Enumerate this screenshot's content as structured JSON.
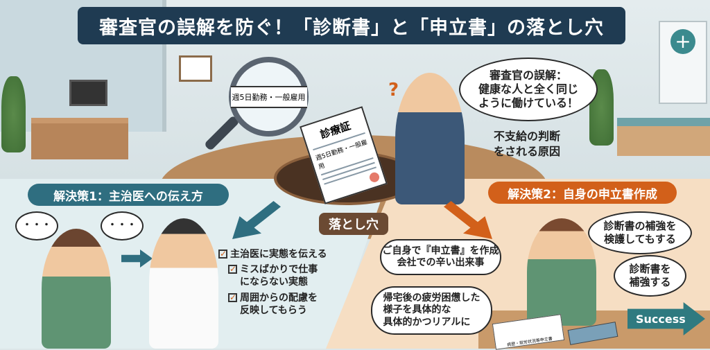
{
  "title": "審査官の誤解を防ぐ！「診断書」と「申立書」の落とし穴",
  "magnifier_text": "週5日勤務・一般雇用",
  "document": {
    "title": "診療証",
    "line": "週5日勤務・一般雇用"
  },
  "examiner_bubble": [
    "審査官の誤解：",
    "健康な人と全く同じ",
    "ように働けている！"
  ],
  "cause_text": [
    "不支給の判断",
    "をされる原因"
  ],
  "pitfall_label": "落とし穴",
  "solution1": {
    "label": "解決策1：主治医への伝え方",
    "checklist": [
      [
        "主治医に実態を伝える"
      ],
      [
        "ミスばかりで仕事",
        "にならない実態"
      ],
      [
        "周囲からの配慮を",
        "反映してもらう"
      ]
    ],
    "bubble_dots": "・・・"
  },
  "solution2": {
    "label": "解決策2：自身の申立書作成",
    "bubbles": [
      [
        "ご自身で『申立書』を作成",
        "会社での辛い出来事"
      ],
      [
        "帰宅後の疲労困憊した",
        "様子を具体的な",
        "具体的かつリアルに"
      ],
      [
        "診断書の補強を",
        "検護してもする"
      ],
      [
        "診断書を",
        "補強する"
      ]
    ],
    "paper_label": "病歴・就労状況等申立書",
    "success": "Success"
  },
  "colors": {
    "navy": "#1f3b52",
    "teal": "#2f6e80",
    "orange": "#d2601a",
    "brown": "#6b4a33"
  }
}
